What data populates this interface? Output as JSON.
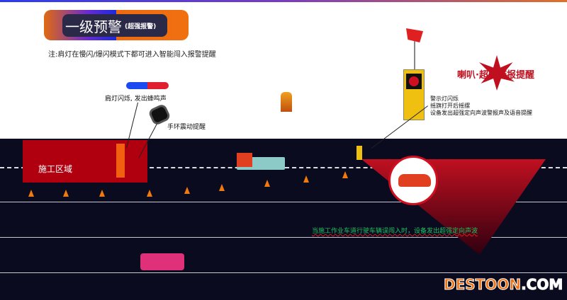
{
  "header": {
    "title": "一级预警",
    "subtitle": "(超强报警)",
    "note": "注:肩灯在慢闪/爆闪模式下都可进入智能闯入报警提醒"
  },
  "labels": {
    "shoulder_light": "肩灯闪烁, 发出蜂鸣声",
    "wristband": "手环震动提醒",
    "zone": "施工区域",
    "device_lines": [
      "警示灯闪烁",
      "摇旗打开后摇摆",
      "设备发出超强定向声波警报声及语音提醒"
    ],
    "horn": "喇叭·超强警报提醒",
    "intrusion": "当施工作业车道行驶车辆误闯入时，设备发出超强定向声波"
  },
  "watermark": {
    "main": "DESTOON",
    "suffix": ".COM"
  },
  "colors": {
    "accent_orange": "#f07010",
    "alert_red": "#c01020",
    "road": "#0b0b20",
    "text_green": "#1ec060"
  }
}
